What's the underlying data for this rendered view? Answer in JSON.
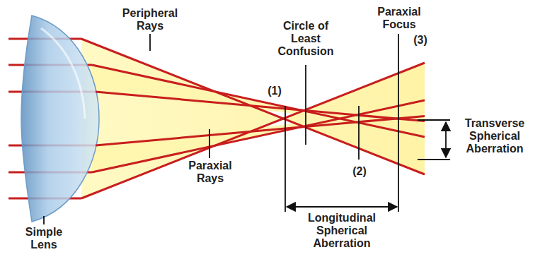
{
  "diagram": {
    "labels": [
      "Peripheral Rays",
      "Circle of Least Confusion",
      "Paraxial Focus",
      "(3)",
      "(1)",
      "Transverse Spherical Aberration",
      "Paraxial Rays",
      "(2)",
      "Simple Lens",
      "Longitudinal Spherical Aberration"
    ]
  }
}
